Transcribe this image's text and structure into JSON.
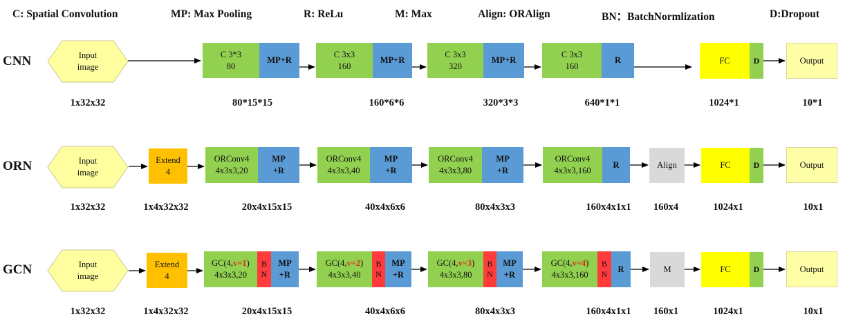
{
  "legend": {
    "conv": "C: Spatial Convolution",
    "mp": "MP: Max Pooling",
    "relu": "R: ReLu",
    "max": "M: Max",
    "align": "Align: ORAlign",
    "bn": "BN：BatchNormlization",
    "dropout": "D:Dropout"
  },
  "cnn": {
    "label": "CNN",
    "input": [
      "Input",
      "image"
    ],
    "conv1": [
      "C 3*3",
      "80"
    ],
    "mpr1": "MP+R",
    "conv2": [
      "C 3x3",
      "160"
    ],
    "mpr2": "MP+R",
    "conv3": [
      "C 3x3",
      "320"
    ],
    "mpr3": "MP+R",
    "conv4": [
      "C 3x3",
      "160"
    ],
    "r4": "R",
    "fc": "FC",
    "d": "D",
    "output": "Output",
    "sizes": [
      "1x32x32",
      "80*15*15",
      "160*6*6",
      "320*3*3",
      "640*1*1",
      "1024*1",
      "10*1"
    ]
  },
  "orn": {
    "label": "ORN",
    "input": [
      "Input",
      "image"
    ],
    "extend": [
      "Extend",
      "4"
    ],
    "conv1": [
      "ORConv4",
      "4x3x3,20"
    ],
    "mpr1": [
      "MP",
      "+R"
    ],
    "conv2": [
      "ORConv4",
      "4x3x3,40"
    ],
    "mpr2": [
      "MP",
      "+R"
    ],
    "conv3": [
      "ORConv4",
      "4x3x3,80"
    ],
    "mpr3": [
      "MP",
      "+R"
    ],
    "conv4": [
      "ORConv4",
      "4x3x3,160"
    ],
    "r4": "R",
    "align": "Align",
    "fc": "FC",
    "d": "D",
    "output": "Output",
    "sizes": [
      "1x32x32",
      "1x4x32x32",
      "20x4x15x15",
      "40x4x6x6",
      "80x4x3x3",
      "160x4x1x1",
      "160x4",
      "1024x1",
      "10x1"
    ]
  },
  "gcn": {
    "label": "GCN",
    "input": [
      "Input",
      "image"
    ],
    "extend": [
      "Extend",
      "4"
    ],
    "gc1": {
      "pre": "GC(4,",
      "v": "v=1",
      "post": ")",
      "line2": "4x3x3,20"
    },
    "gc2": {
      "pre": "GC(4,",
      "v": "v=2",
      "post": ")",
      "line2": "4x3x3,40"
    },
    "gc3": {
      "pre": "GC(4,",
      "v": "v=3",
      "post": ")",
      "line2": "4x3x3,80"
    },
    "gc4": {
      "pre": "GC(4,",
      "v": "v=4",
      "post": ")",
      "line2": "4x3x3,160"
    },
    "bn": [
      "B",
      "N"
    ],
    "mpr": [
      "MP",
      "+R"
    ],
    "r4": "R",
    "m": "M",
    "fc": "FC",
    "d": "D",
    "output": "Output",
    "sizes": [
      "1x32x32",
      "1x4x32x32",
      "20x4x15x15",
      "40x4x6x6",
      "80x4x3x3",
      "160x4x1x1",
      "160x1",
      "1024x1",
      "10x1"
    ]
  }
}
